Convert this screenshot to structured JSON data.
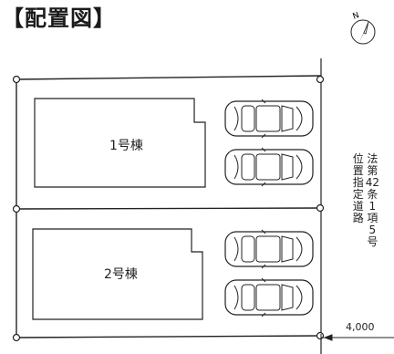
{
  "title": "【配置図】",
  "compass": {
    "label": "N"
  },
  "buildings": [
    {
      "label": "1号棟"
    },
    {
      "label": "2号棟"
    }
  ],
  "road": {
    "label_columns": [
      "法第42条1項5号",
      "位置指定道路"
    ],
    "width": "4,000"
  },
  "parking": {
    "cars_per_lot": 2,
    "lots": 2
  },
  "colors": {
    "line": "#222222",
    "car_fill": "#ffffff",
    "background": "#ffffff"
  }
}
